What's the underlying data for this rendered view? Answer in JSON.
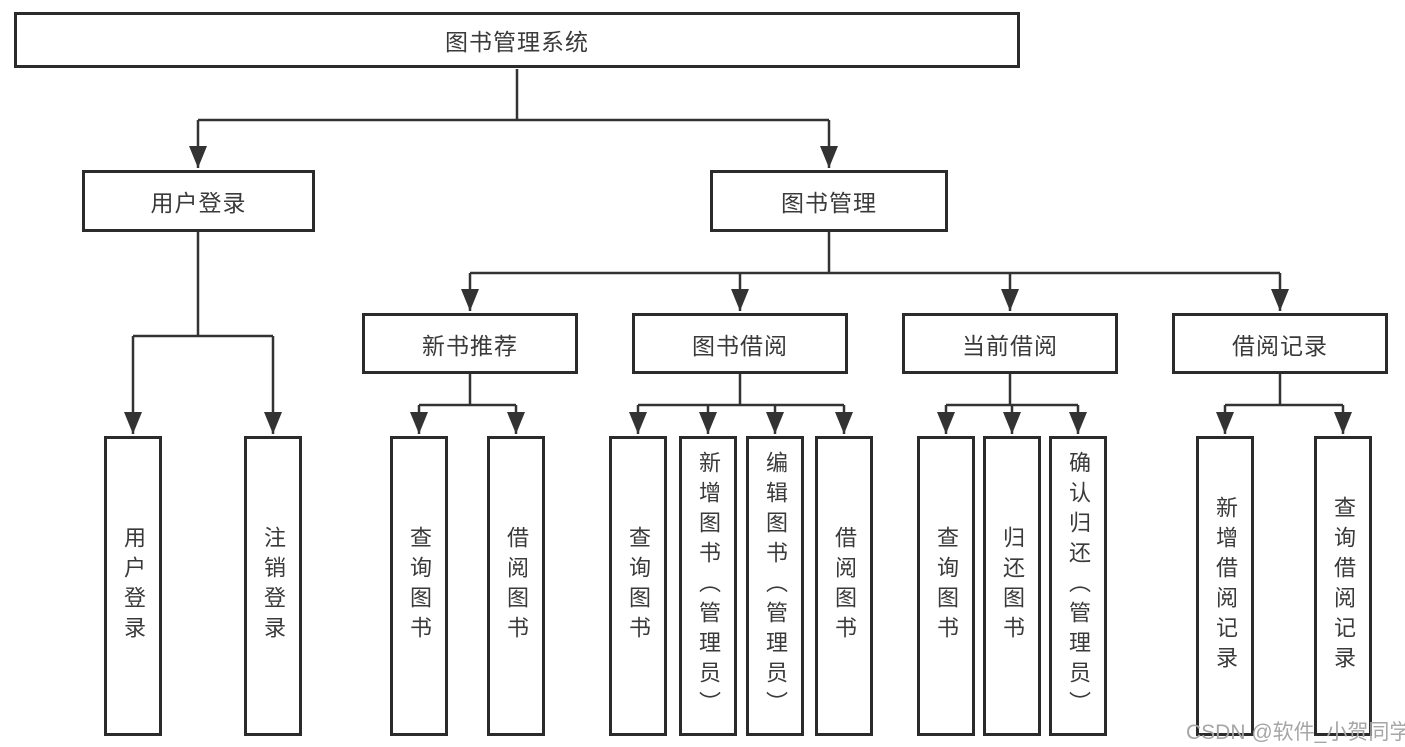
{
  "colors": {
    "line": "#333333",
    "box_border": "#2b2b2b",
    "text": "#3a3a3a",
    "watermark": "#a6a6a6",
    "background": "#ffffff"
  },
  "diagram": {
    "root": {
      "label": "图书管理系统"
    },
    "branches": [
      {
        "label": "用户登录",
        "leaves": [
          {
            "label": "用户登录"
          },
          {
            "label": "注销登录"
          }
        ]
      },
      {
        "label": "图书管理",
        "groups": [
          {
            "label": "新书推荐",
            "leaves": [
              {
                "label": "查询图书"
              },
              {
                "label": "借阅图书"
              }
            ]
          },
          {
            "label": "图书借阅",
            "leaves": [
              {
                "label": "查询图书"
              },
              {
                "label": "新增图书（管理员）"
              },
              {
                "label": "编辑图书（管理员）"
              },
              {
                "label": "借阅图书"
              }
            ]
          },
          {
            "label": "当前借阅",
            "leaves": [
              {
                "label": "查询图书"
              },
              {
                "label": "归还图书"
              },
              {
                "label": "确认归还（管理员）"
              }
            ]
          },
          {
            "label": "借阅记录",
            "leaves": [
              {
                "label": "新增借阅记录"
              },
              {
                "label": "查询借阅记录"
              }
            ]
          }
        ]
      }
    ]
  },
  "watermark": {
    "text": "CSDN @软件_小贺同学"
  }
}
